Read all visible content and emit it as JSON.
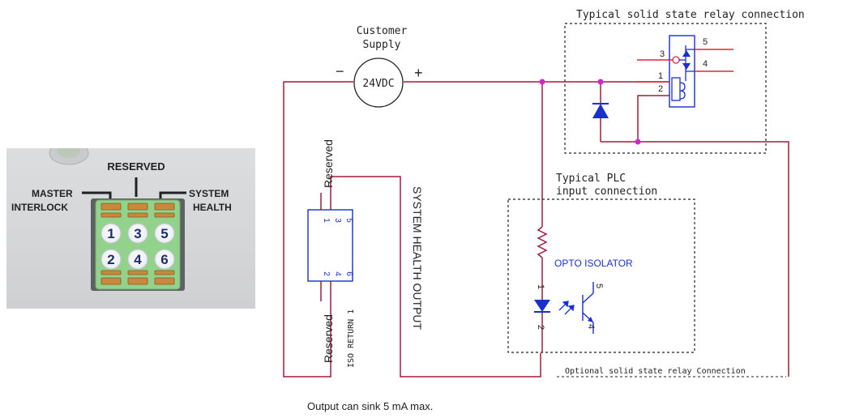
{
  "photo": {
    "label_reserved": "RESERVED",
    "label_master_1": "MASTER",
    "label_master_2": "INTERLOCK",
    "label_system_1": "SYSTEM",
    "label_system_2": "HEALTH",
    "terminals": [
      "1",
      "3",
      "5",
      "2",
      "4",
      "6"
    ]
  },
  "supply": {
    "title_1": "Customer",
    "title_2": "Supply",
    "voltage": "24VDC",
    "minus": "−",
    "plus": "+"
  },
  "connector": {
    "pins_top": [
      "1",
      "3",
      "5"
    ],
    "pins_bottom": [
      "2",
      "4",
      "6"
    ],
    "reserved_top": "Reserved",
    "reserved_bottom": "Reserved",
    "iso_return": "ISO RETURN 1",
    "output_label": "SYSTEM HEALTH OUTPUT"
  },
  "relay": {
    "title": "Typical solid state relay connection",
    "pins": [
      "5",
      "3",
      "4",
      "1",
      "2"
    ],
    "optional_label": "Optional solid state relay Connection"
  },
  "plc": {
    "title_1": "Typical PLC",
    "title_2": "input connection",
    "opto_label": "OPTO ISOLATOR",
    "pins": [
      "1",
      "2",
      "5",
      "4"
    ]
  },
  "footer": {
    "note": "Output can sink 5 mA max."
  },
  "colors": {
    "wire": "#a01c3c",
    "wire_bright": "#e0243c",
    "junction": "#d028c8",
    "component": "#1a2fd0",
    "terminal_block": "#92d28c"
  }
}
